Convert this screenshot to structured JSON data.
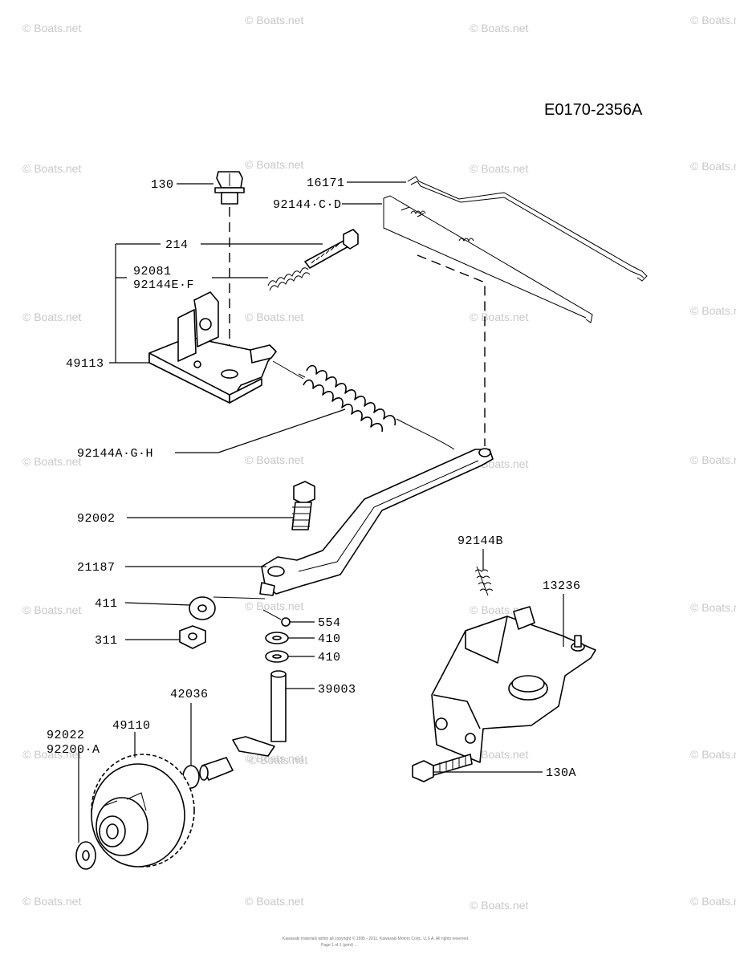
{
  "diagram_code": "E0170-2356A",
  "watermark_text": "© Boats.net",
  "copyright_lines": [
    "Kawasaki materials within all copyright © 1995 - 2011, Kawasaki Motors Corp., U.S.A. All rights reserved.",
    "Page 1 of 1 (print) ..."
  ],
  "labels": {
    "p130": "130",
    "p16171": "16171",
    "p92144cd": "92144·C·D",
    "p214": "214",
    "p92081": "92081",
    "p92144ef": "92144E·F",
    "p49113": "49113",
    "p92144agh": "92144A·G·H",
    "p92002": "92002",
    "p21187": "21187",
    "p411": "411",
    "p554": "554",
    "p311": "311",
    "p410a": "410",
    "p410b": "410",
    "p92144b": "92144B",
    "p13236": "13236",
    "p42036": "42036",
    "p39003": "39003",
    "p92022": "92022",
    "p92200a": "92200·A",
    "p49110": "49110",
    "p130a": "130A"
  }
}
